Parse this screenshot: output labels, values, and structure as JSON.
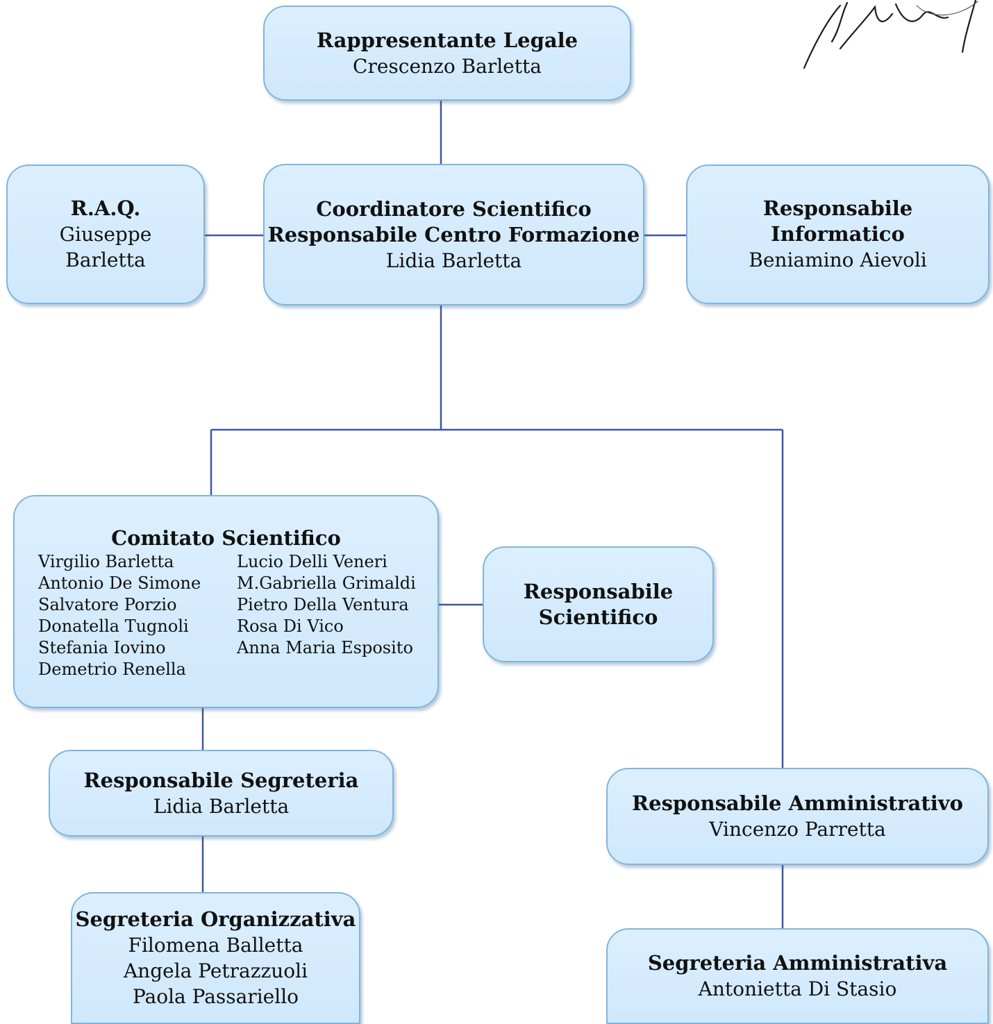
{
  "colors": {
    "box_fill": "#d6ecfd",
    "box_border": "#7fb5de",
    "connector": "#3b57a6"
  },
  "nodes": {
    "rappresentante": {
      "title": "Rappresentante Legale",
      "name": "Crescenzo Barletta"
    },
    "raq": {
      "title": "R.A.Q.",
      "name_line1": "Giuseppe",
      "name_line2": "Barletta"
    },
    "coordinatore": {
      "title_line1": "Coordinatore Scientifico",
      "title_line2": "Responsabile Centro Formazione",
      "name": "Lidia Barletta"
    },
    "informatico": {
      "title_line1": "Responsabile",
      "title_line2": "Informatico",
      "name": "Beniamino Aievoli"
    },
    "comitato": {
      "title": "Comitato Scientifico",
      "members_left": [
        "Virgilio Barletta",
        "Antonio De Simone",
        "Salvatore Porzio",
        "Donatella Tugnoli",
        "Stefania Iovino",
        "Demetrio Renella"
      ],
      "members_right": [
        "Lucio Delli Veneri",
        "M.Gabriella Grimaldi",
        "Pietro Della Ventura",
        "Rosa Di Vico",
        "Anna Maria Esposito"
      ]
    },
    "resp_scientifico": {
      "title_line1": "Responsabile",
      "title_line2": "Scientifico"
    },
    "resp_segreteria": {
      "title": "Responsabile Segreteria",
      "name": "Lidia Barletta"
    },
    "segreteria_org": {
      "title": "Segreteria Organizzativa",
      "names": [
        "Filomena Balletta",
        "Angela Petrazzuoli",
        "Paola Passariello"
      ]
    },
    "resp_amministrativo": {
      "title": "Responsabile Amministrativo",
      "name": "Vincenzo Parretta"
    },
    "segreteria_amm": {
      "title": "Segreteria Amministrativa",
      "name": "Antonietta Di Stasio"
    }
  }
}
